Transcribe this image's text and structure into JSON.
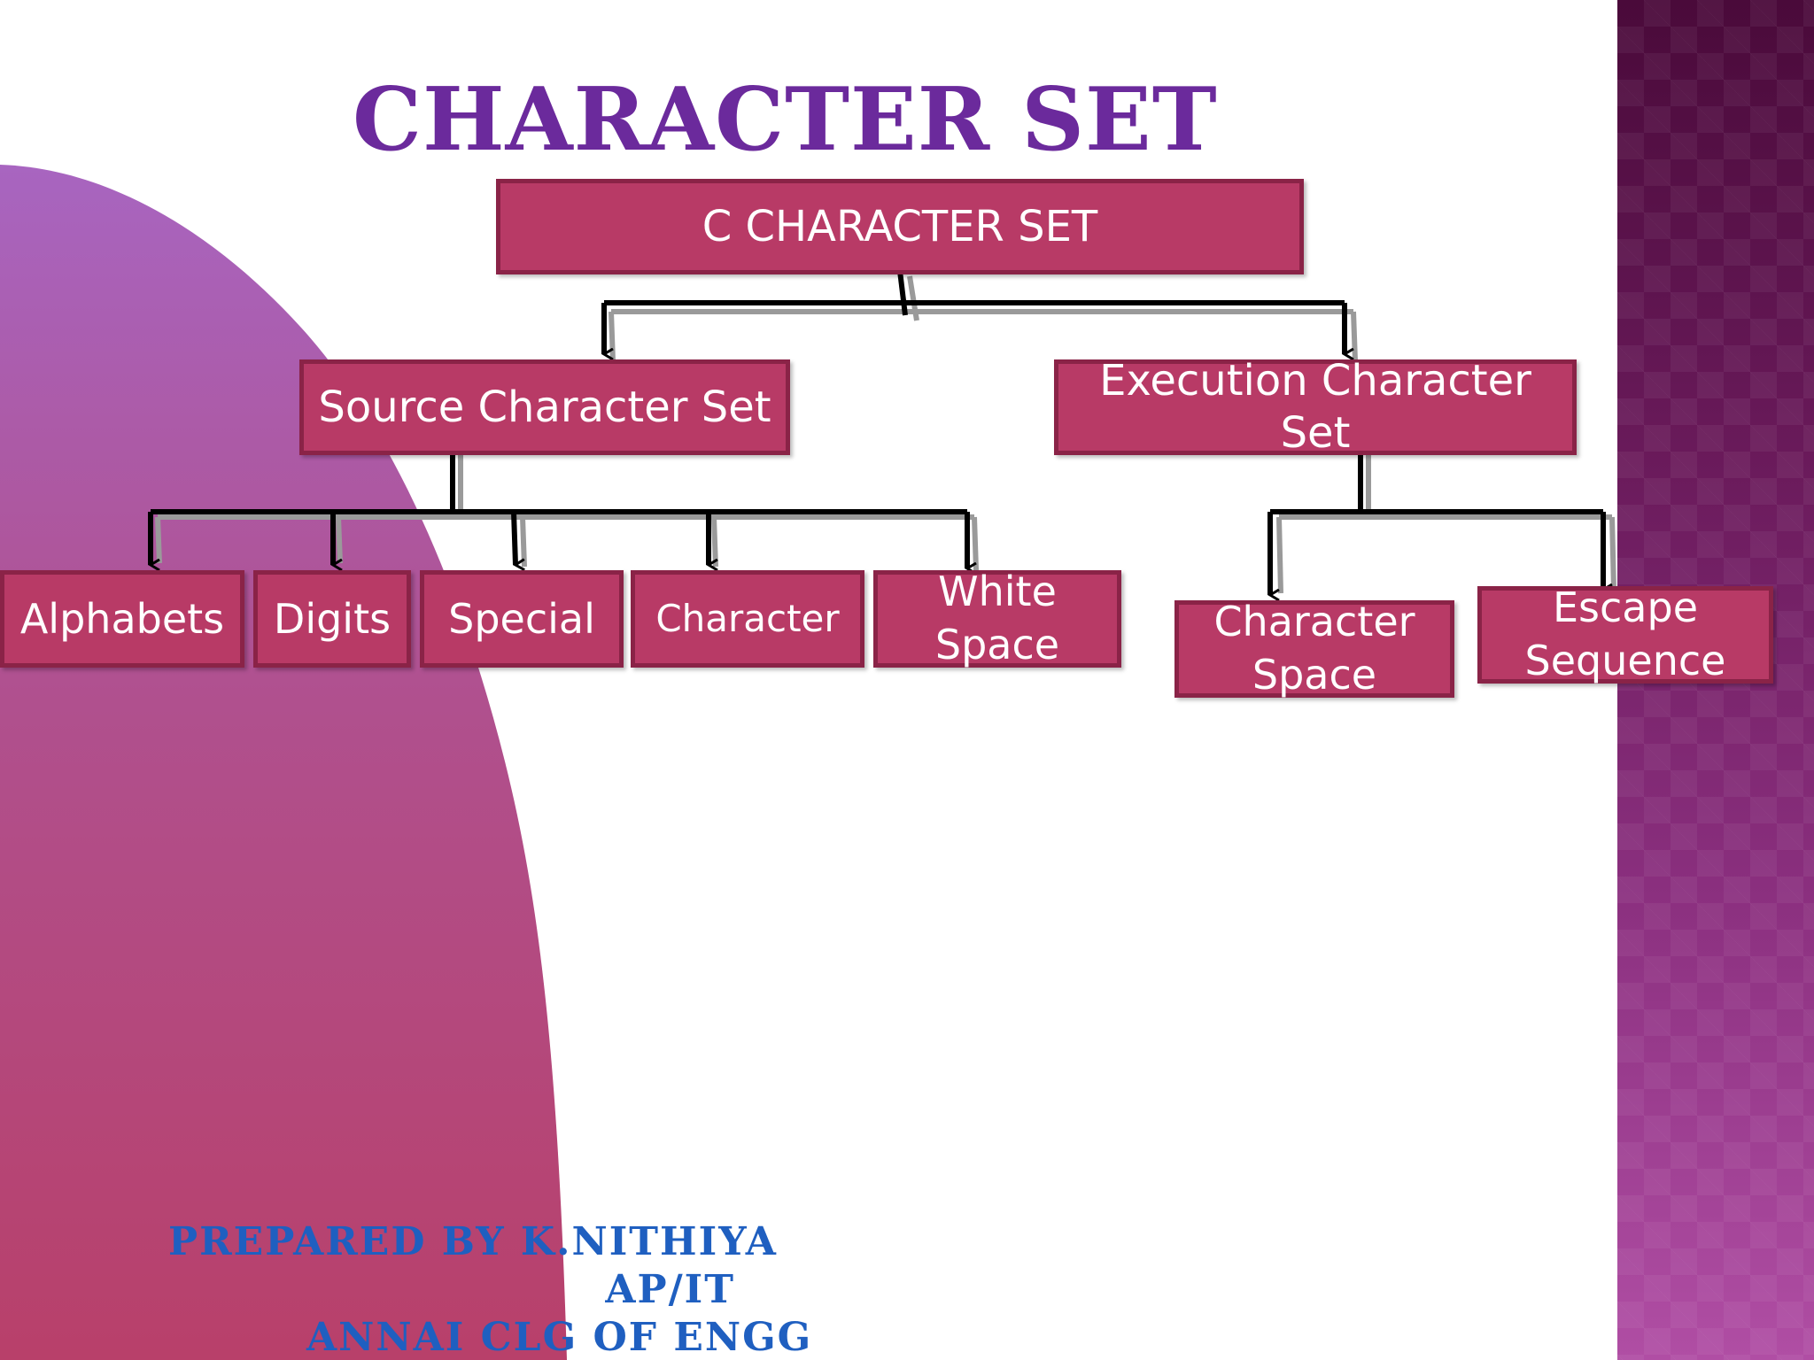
{
  "slide": {
    "title": "CHARACTER SET",
    "colors": {
      "title": "#6b2a9c",
      "box_fill": "#b83a66",
      "box_border": "#8a2347",
      "footer_text": "#1f5fc0",
      "connector": "#000000"
    }
  },
  "diagram": {
    "root": {
      "label": "C CHARACTER SET"
    },
    "source": {
      "label": "Source Character Set",
      "children": [
        "Alphabets",
        "Digits",
        "Special",
        "Character",
        "White Space"
      ]
    },
    "execution": {
      "label": "Execution Character Set",
      "children": [
        "Character Space",
        "Escape Sequence"
      ]
    }
  },
  "footer": {
    "line1": "PREPARED BY  K.NITHIYA",
    "line2": "AP/IT",
    "line3": "ANNAI CLG OF ENGG"
  }
}
